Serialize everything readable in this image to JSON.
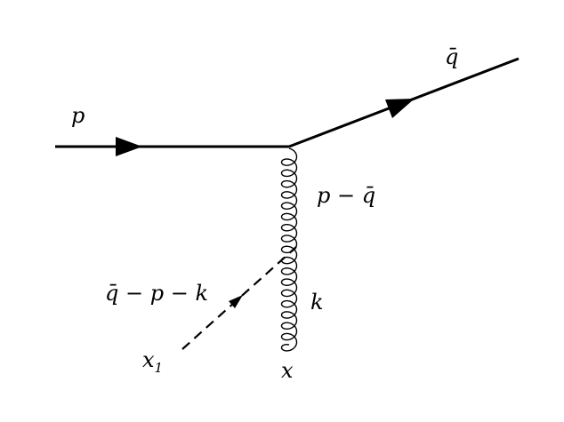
{
  "labels": {
    "incoming_momentum": "p",
    "outgoing_momentum": "q̄",
    "gluon_upper_momentum": "p − q̄",
    "gluon_lower_momentum": "k",
    "dashed_line_momentum": "q̄ − p − k",
    "dashed_endpoint_base": "x",
    "dashed_endpoint_subscript": "1",
    "gluon_endpoint": "x"
  },
  "colors": {
    "ink": "#000000",
    "background": "#ffffff"
  }
}
